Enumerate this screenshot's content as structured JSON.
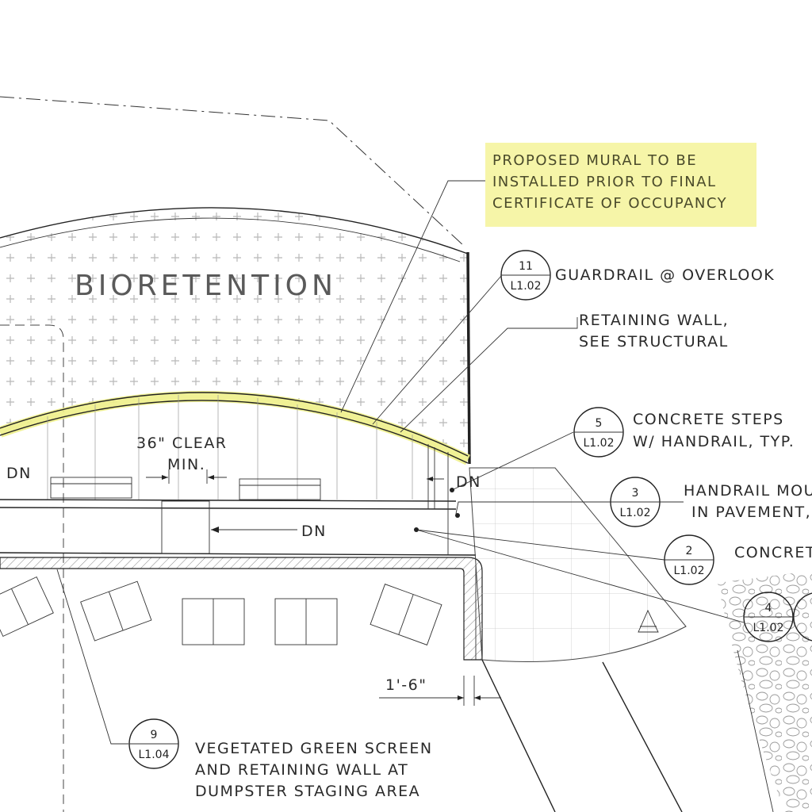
{
  "area_label": "BIORETENTION",
  "callout_note": {
    "lines": [
      "PROPOSED MURAL TO BE",
      "INSTALLED PRIOR TO FINAL",
      "CERTIFICATE OF OCCUPANCY"
    ],
    "highlight_color": "#f6f5a8"
  },
  "tags": [
    {
      "number": "11",
      "sheet": "L1.02",
      "lines": [
        "GUARDRAIL @ OVERLOOK"
      ]
    },
    {
      "number": "5",
      "sheet": "L1.02",
      "lines": [
        "CONCRETE STEPS",
        "W/ HANDRAIL, TYP."
      ]
    },
    {
      "number": "3",
      "sheet": "L1.02",
      "lines": [
        "HANDRAIL MOU",
        "IN PAVEMENT,"
      ]
    },
    {
      "number": "2",
      "sheet": "L1.02",
      "lines": [
        "CONCRET"
      ]
    },
    {
      "number": "4",
      "sheet": "L1.02",
      "lines": []
    },
    {
      "number": "9",
      "sheet": "L1.04",
      "lines": [
        "VEGETATED GREEN SCREEN",
        "AND RETAINING WALL AT",
        "DUMPSTER STAGING AREA"
      ]
    }
  ],
  "retaining_wall_note": [
    "RETAINING WALL,",
    "SEE STRUCTURAL"
  ],
  "clearance_note": [
    "36\" CLEAR",
    "MIN."
  ],
  "dn_labels": [
    "DN",
    "DN",
    "DN"
  ],
  "dimension": "1'-6\"",
  "colors": {
    "linework": "#222222",
    "hatch": "#b8b8b8",
    "wall_highlight": "#eef08a"
  }
}
